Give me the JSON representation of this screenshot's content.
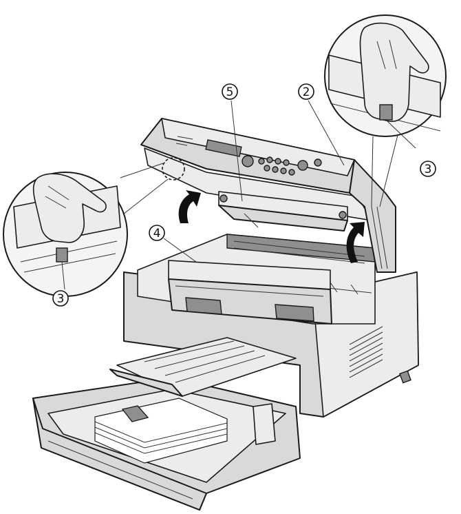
{
  "figure": {
    "callouts": [
      {
        "id": "c5",
        "label": "5"
      },
      {
        "id": "c2",
        "label": "2"
      },
      {
        "id": "c3-right",
        "label": "3"
      },
      {
        "id": "c4",
        "label": "4"
      },
      {
        "id": "c3-left",
        "label": "3"
      }
    ]
  }
}
